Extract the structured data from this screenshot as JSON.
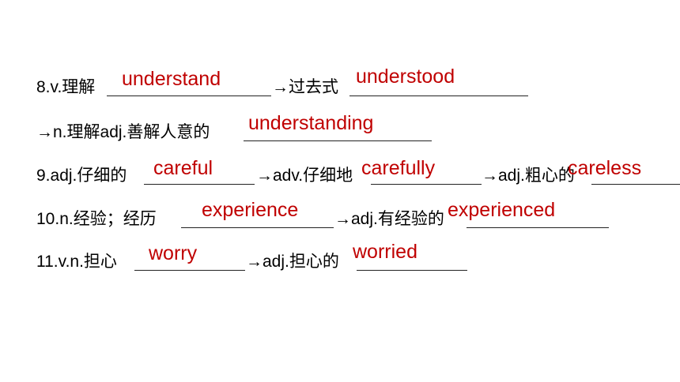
{
  "exercise": {
    "rows": [
      {
        "prompt": "8.v.理解",
        "arrow1": "→过去式",
        "answer1": "understand",
        "answer2": "understood"
      },
      {
        "prompt": "→n.理解adj.善解人意的",
        "answer1": "understanding"
      },
      {
        "prompt": "9.adj.仔细的",
        "arrow1": "→adv.仔细地",
        "arrow2": "→adj.粗心的",
        "answer1": "careful",
        "answer2": "carefully",
        "answer3": "careless"
      },
      {
        "prompt": "10.n.经验；经历",
        "arrow1": "→adj.有经验的",
        "answer1": "experience",
        "answer2": "experienced"
      },
      {
        "prompt": "11.v.n.担心",
        "arrow1": "→adj.担心的",
        "answer1": "worry",
        "answer2": "worried"
      }
    ]
  },
  "colors": {
    "answer": "#c00000",
    "text": "#000000"
  }
}
